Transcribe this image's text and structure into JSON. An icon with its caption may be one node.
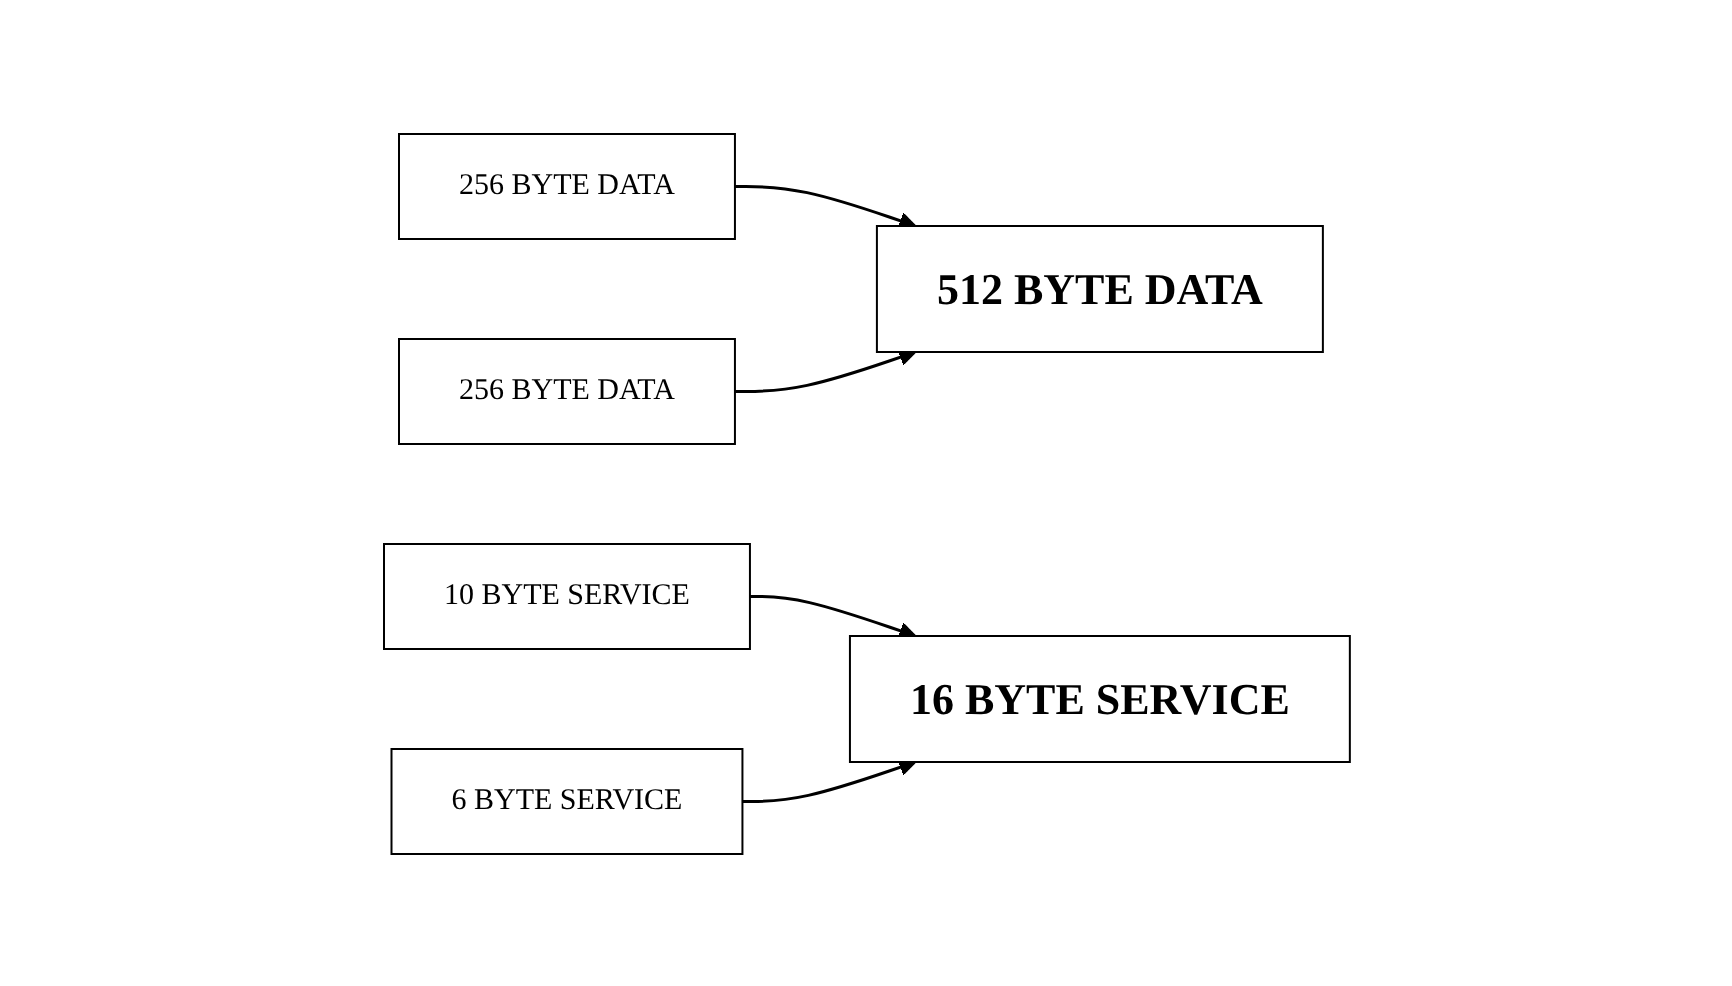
{
  "diagram": {
    "nodes": [
      {
        "text": [
          "256 BYTE DATA"
        ]
      },
      {
        "text": [
          "512 BYTE DATA"
        ]
      },
      {
        "text": [
          "10 BYTE SERVICE"
        ]
      },
      {
        "text": [
          "256 BYTE DATA"
        ]
      },
      {
        "text": [
          "16 BYTE SERVICE"
        ]
      },
      {
        "text": [
          "6 BYTE SERVICE"
        ]
      }
    ],
    "edges": [
      {
        "from": 0,
        "to": 1,
        "arrow": "to"
      },
      {
        "from": 3,
        "to": 1,
        "arrow": "to"
      },
      {
        "from": 2,
        "to": 4,
        "arrow": "to"
      },
      {
        "from": 5,
        "to": 4,
        "arrow": "to"
      }
    ]
  }
}
